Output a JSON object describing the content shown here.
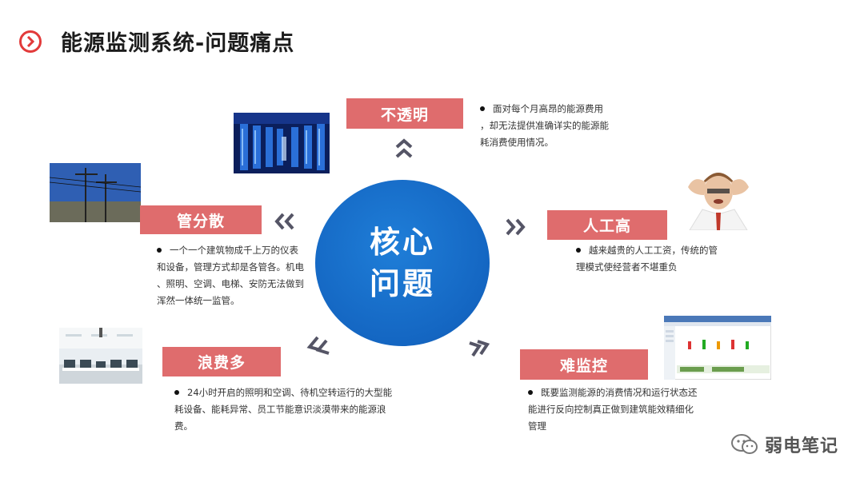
{
  "header": {
    "title": "能源监测系统-问题痛点"
  },
  "core": {
    "line1": "核心",
    "line2": "问题"
  },
  "items": {
    "top": {
      "label": "不透明",
      "lines": [
        "面对每个月高昂的能源费用",
        "，却无法提供准确详实的能源能",
        "耗消费使用情况。"
      ]
    },
    "left": {
      "label": "管分散",
      "lines": [
        "一个一个建筑物成千上万的仪表",
        "和设备，管理方式却是各管各。机电",
        "、照明、空调、电梯、安防无法做到",
        "浑然一体统一监管。"
      ]
    },
    "right": {
      "label": "人工高",
      "lines": [
        "越来越贵的人工工资，传统的管",
        "理模式使经营者不堪重负"
      ]
    },
    "bottom_left": {
      "label": "浪费多",
      "lines": [
        "24小时开启的照明和空调、待机空转运行的大型能",
        "耗设备、能耗异常、员工节能意识淡漠带来的能源浪",
        "费。"
      ]
    },
    "bottom_right": {
      "label": "难监控",
      "lines": [
        "既要监测能源的消费情况和运行状态还",
        "能进行反向控制真正做到建筑能效精细化",
        "管理"
      ]
    }
  },
  "watermark": {
    "text": "弱电笔记"
  },
  "colors": {
    "tag": "#df6c6d",
    "core": "#1466c2",
    "accent": "#e23a3a"
  }
}
